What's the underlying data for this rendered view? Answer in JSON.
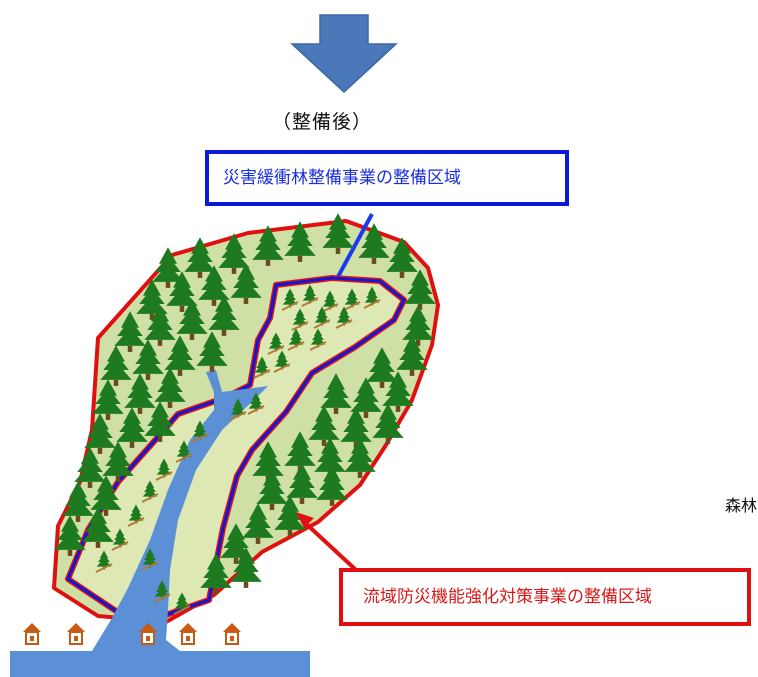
{
  "heading": "（整備後）",
  "labels": {
    "disaster_mitigation_forest_area": "災害緩衝林整備事業の整備区域",
    "watershed_disaster_prevention_area": "流域防災機能強化対策事業の整備区域",
    "truncated_text": "森林"
  },
  "colors": {
    "arrow": "#4a78b8",
    "inner_boundary": "#0a1ad8",
    "outer_boundary": "#e01010",
    "forest_fill": "#cfe0a6",
    "river": "#5b8fd6",
    "tree": "#1e7a1e",
    "house": "#c85a14"
  },
  "icons": [
    "down-arrow-icon",
    "tree-icon",
    "house-icon",
    "river-icon"
  ]
}
